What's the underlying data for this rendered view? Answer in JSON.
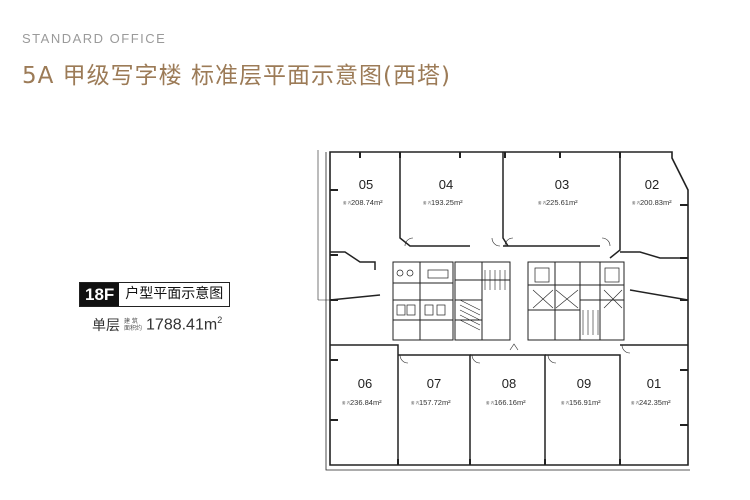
{
  "header": {
    "eyebrow": "STANDARD OFFICE",
    "title": "5A 甲级写字楼 标准层平面示意图(西塔)"
  },
  "floor_badge": {
    "number": "18F",
    "label": "户型平面示意图"
  },
  "floor_area": {
    "label": "单层",
    "sub_top": "建 筑",
    "sub_bottom": "面积约",
    "value": "1788.41m",
    "unit_sup": "2"
  },
  "unit_tag": "套 内",
  "units": [
    {
      "id": "05",
      "area": "208.74m²"
    },
    {
      "id": "04",
      "area": "193.25m²"
    },
    {
      "id": "03",
      "area": "225.61m²"
    },
    {
      "id": "02",
      "area": "200.83m²"
    },
    {
      "id": "06",
      "area": "236.84m²"
    },
    {
      "id": "07",
      "area": "157.72m²"
    },
    {
      "id": "08",
      "area": "166.16m²"
    },
    {
      "id": "09",
      "area": "156.91m²"
    },
    {
      "id": "01",
      "area": "242.35m²"
    }
  ],
  "colors": {
    "title": "#9c7b57",
    "eyebrow": "#9a9a9a",
    "wall": "#222222"
  }
}
